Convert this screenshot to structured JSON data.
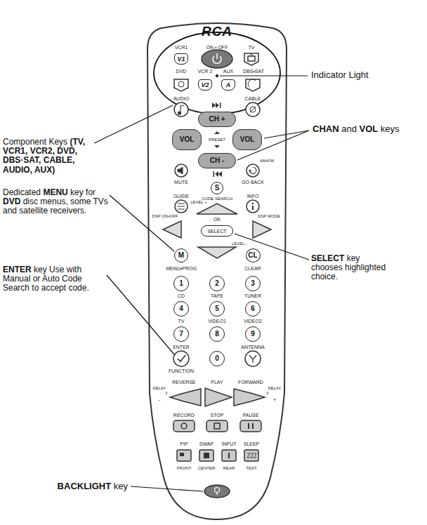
{
  "diagram": {
    "nodes": [
      {
        "text": [
          "V1"
        ]
      },
      {
        "text": [
          "V2"
        ]
      },
      {
        "text": [
          "A"
        ]
      },
      {
        "text": [
          "CH +"
        ]
      },
      {
        "text": [
          "VOL"
        ]
      },
      {
        "text": [
          "VOL"
        ]
      },
      {
        "text": [
          "CH -"
        ]
      },
      {
        "text": [
          "S"
        ]
      },
      {
        "text": [
          "SELECT"
        ]
      },
      {
        "text": [
          "M"
        ]
      },
      {
        "text": [
          "CL"
        ]
      },
      {
        "text": [
          "1"
        ]
      },
      {
        "text": [
          "2"
        ]
      },
      {
        "text": [
          "3"
        ]
      },
      {
        "text": [
          "4"
        ]
      },
      {
        "text": [
          "5"
        ]
      },
      {
        "text": [
          "6"
        ]
      },
      {
        "text": [
          "7"
        ]
      },
      {
        "text": [
          "8"
        ]
      },
      {
        "text": [
          "9"
        ]
      },
      {
        "text": [
          "0"
        ]
      }
    ],
    "labels": [
      "RCA",
      "VCR1",
      "ON • OFF",
      "TV",
      "DVD",
      "VCR 2",
      "AUX",
      "DBS•SAT",
      "AUDIO",
      "CABLE",
      "PRESET",
      "AM•FM",
      "MUTE",
      "GO BACK",
      "CODE SEARCH",
      "GUIDE",
      "INFO",
      "LEVEL +",
      "OK",
      "DSP ON•OFF",
      "DSP MODE",
      "LEVEL -",
      "MENU•PROG",
      "CLEAR",
      "CD",
      "TAPE",
      "TUNER",
      "TV",
      "VIDEO1",
      "VIDEO2",
      "ENTER",
      "ANTENNA",
      "FUNCTION",
      "DELAY",
      "-",
      "REVERSE",
      "PLAY",
      "FORWARD",
      "DELAY",
      "+",
      "RECORD",
      "STOP",
      "PAUSE",
      "PIP",
      "SWAP",
      "INPUT",
      "SLEEP",
      "FRONT",
      "CENTER",
      "REAR",
      "TEST",
      "Indicator Light",
      "CHAN and VOL keys",
      "Component Keys (TV, VCR1, VCR2, DVD, DBS·SAT, CABLE, AUDIO, AUX)",
      "Dedicated MENU key for DVD disc menus, some TVs and satellite receivers.",
      "SELECT key chooses highlighted choice.",
      "ENTER key Use with Manual or Auto Code Search to accept code.",
      "BACKLIGHT key"
    ]
  }
}
